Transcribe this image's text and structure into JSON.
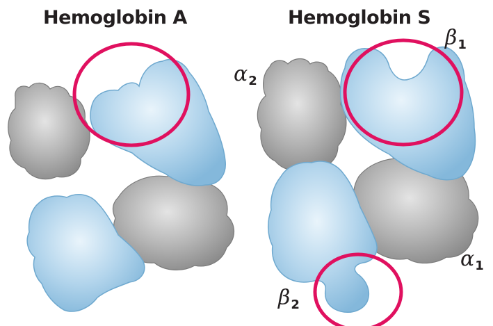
{
  "titles": {
    "hemoglobin_a": "Hemoglobin A",
    "hemoglobin_s": "Hemoglobin S"
  },
  "labels": {
    "alpha2": {
      "symbol": "α",
      "subscript": "2"
    },
    "beta1": {
      "symbol": "β",
      "subscript": "1"
    },
    "alpha1": {
      "symbol": "α",
      "subscript": "1"
    },
    "beta2": {
      "symbol": "β",
      "subscript": "2"
    }
  },
  "colors": {
    "beta_subunit": "#a9cde6",
    "beta_outline": "#6fa9cf",
    "alpha_subunit": "#9e9e9e",
    "alpha_outline": "#6e6e6e",
    "highlight_circle": "#e0105f",
    "text": "#231f20"
  }
}
